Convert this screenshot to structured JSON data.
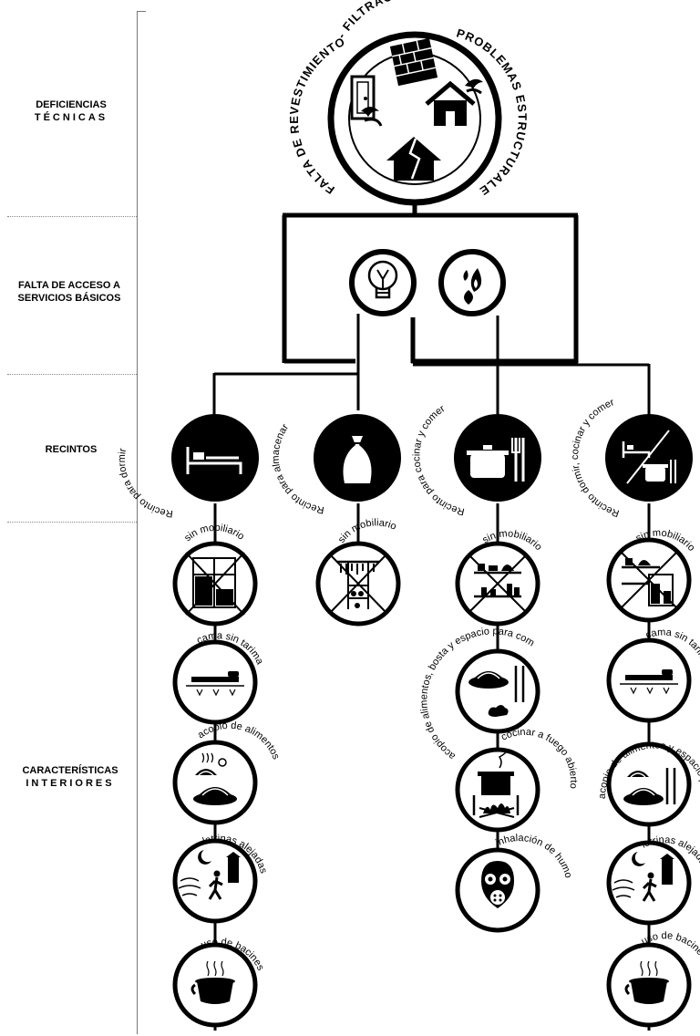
{
  "rows": {
    "technical": {
      "line1": "DEFICIENCIAS",
      "line2": "TÉCNICAS"
    },
    "services": {
      "line1": "FALTA DE ACCESO A",
      "line2": "SERVICIOS BÁSICOS"
    },
    "rooms": {
      "line1": "RECINTOS"
    },
    "interior": {
      "line1": "CARACTERÍSTICAS",
      "line2": "INTERIORES"
    }
  },
  "top_ring": {
    "left_text": "FALTA DE REVESTIMIENTO",
    "top_text": "- FILTRACIONES -",
    "right_text": "PROBLEMAS ESTRUCTURALES",
    "icons": [
      "door-wind-icon",
      "brick-wall-icon",
      "house-wind-icon",
      "cracked-house-icon"
    ]
  },
  "services": {
    "electricity": {
      "icon": "lightbulb-icon"
    },
    "water": {
      "icon": "water-drop-flame-icon"
    }
  },
  "rooms": [
    {
      "label": "Recinto para dormir",
      "icon": "bed-icon"
    },
    {
      "label": "Recinto para almacenar",
      "icon": "sack-icon"
    },
    {
      "label": "Recinto para cocinar y comer",
      "icon": "pot-cutlery-icon"
    },
    {
      "label": "Recinto dormir, cocinar y comer",
      "icon": "bed-pot-split-icon"
    }
  ],
  "characteristics": {
    "col1": [
      "sin mobiliario",
      "cama sin tarima",
      "acopio de alimentos",
      "letrinas alejadas",
      "uso de bacines"
    ],
    "col2": [
      "sin mobiliario"
    ],
    "col3": [
      "sin mobiliario",
      "acopio de alimentos, bosta y espacio para comer",
      "cocinar a fuego abierto",
      "inhalación de humo"
    ],
    "col4": [
      "sin mobiliario",
      "cama sin tarima",
      "acopio de alimentos y espacio para comer",
      "letrinas alejadas",
      "uso de bacines"
    ]
  }
}
